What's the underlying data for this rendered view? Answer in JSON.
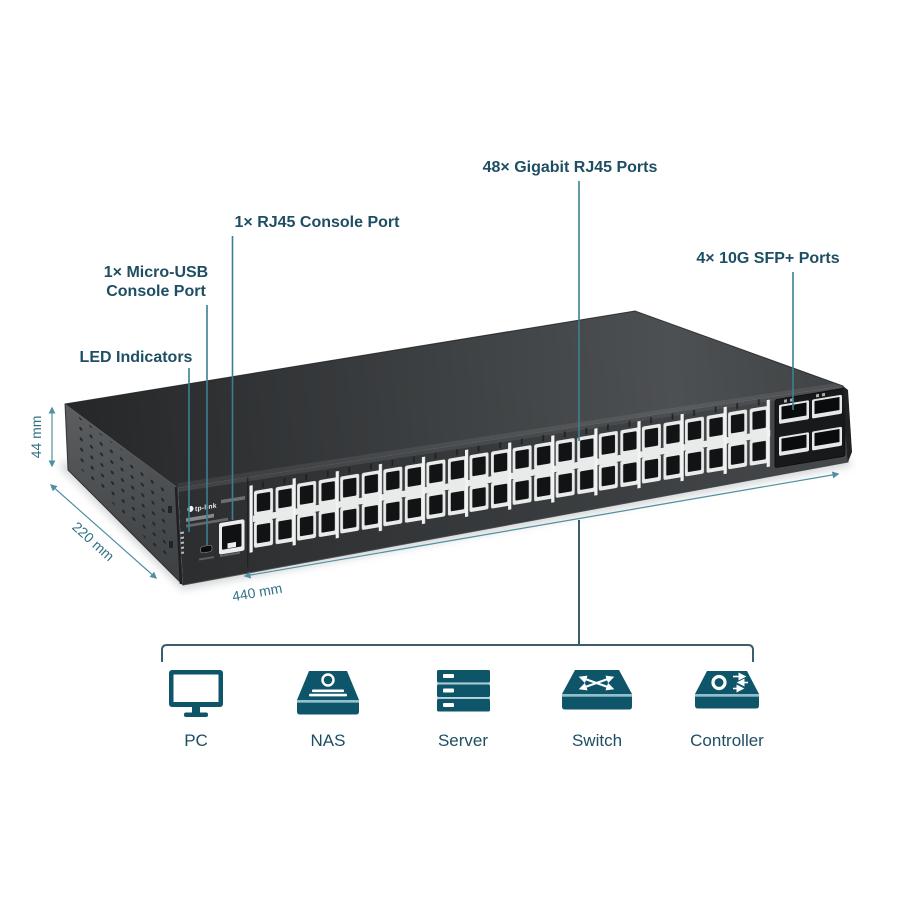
{
  "callouts": {
    "gigabit_ports": "48× Gigabit RJ45 Ports",
    "rj45_console": "1× RJ45 Console Port",
    "micro_usb_line1": "1× Micro-USB",
    "micro_usb_line2": "Console Port",
    "led_indicators": "LED Indicators",
    "sfp_ports": "4× 10G SFP+ Ports"
  },
  "dimensions": {
    "height": "44 mm",
    "depth": "220 mm",
    "width": "440 mm"
  },
  "device": {
    "brand": "tp-link"
  },
  "connected_devices": [
    {
      "id": "pc",
      "label": "PC",
      "icon": "desktop-monitor-icon"
    },
    {
      "id": "nas",
      "label": "NAS",
      "icon": "nas-icon"
    },
    {
      "id": "server",
      "label": "Server",
      "icon": "server-icon"
    },
    {
      "id": "switch",
      "label": "Switch",
      "icon": "network-switch-icon"
    },
    {
      "id": "controller",
      "label": "Controller",
      "icon": "controller-icon"
    }
  ],
  "colors": {
    "accent_teal": "#0e5569",
    "icon_light_band": "#8fc0cb",
    "label_text": "#1e4e63",
    "callout_line": "#3c7f93",
    "dimension_line": "#5190a1",
    "connector_line": "#3a5f6a",
    "device_body_dark": "#2b2d2f",
    "port_bezel": "#e9eaea"
  }
}
